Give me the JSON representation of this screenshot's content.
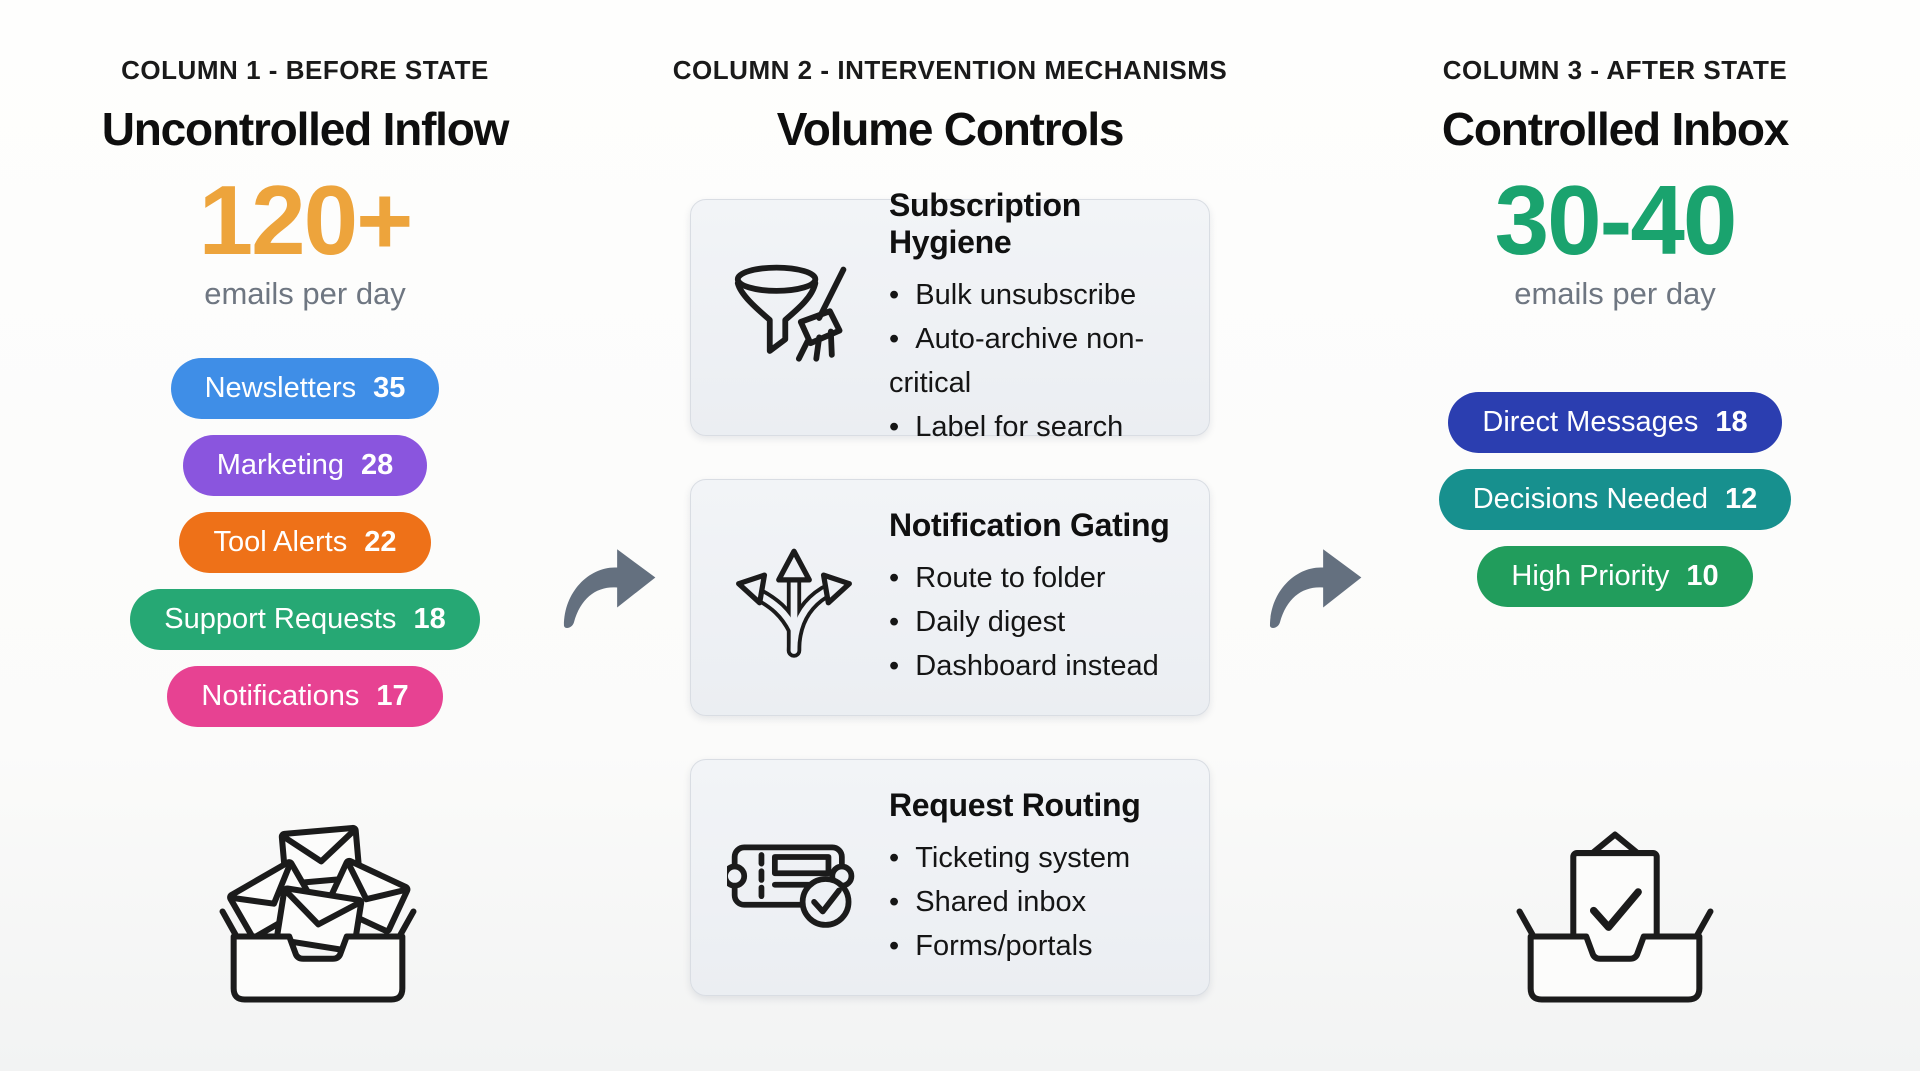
{
  "palette": {
    "arrow": "#64707F",
    "before_metric": "#EDA43C",
    "after_metric": "#1AA36E"
  },
  "columns": {
    "before": {
      "label": "COLUMN 1 - BEFORE STATE",
      "title": "Uncontrolled Inflow",
      "metric": {
        "value": "120+",
        "caption": "emails per day",
        "color": "#EDA43C"
      },
      "pills": [
        {
          "label": "Newsletters",
          "count": "35",
          "color": "#3F8EE7"
        },
        {
          "label": "Marketing",
          "count": "28",
          "color": "#8A55DE"
        },
        {
          "label": "Tool Alerts",
          "count": "22",
          "color": "#EE7118"
        },
        {
          "label": "Support Requests",
          "count": "18",
          "color": "#26A874"
        },
        {
          "label": "Notifications",
          "count": "17",
          "color": "#E74292"
        }
      ],
      "icon": "overflowing-inbox"
    },
    "intervention": {
      "label": "COLUMN 2 - INTERVENTION MECHANISMS",
      "title": "Volume Controls",
      "cards": [
        {
          "icon": "funnel-broom",
          "title": "Subscription Hygiene",
          "bullets": [
            "Bulk unsubscribe",
            "Auto-archive non-critical",
            "Label for search"
          ]
        },
        {
          "icon": "branching-arrows",
          "title": "Notification Gating",
          "bullets": [
            "Route to folder",
            "Daily digest",
            "Dashboard instead"
          ]
        },
        {
          "icon": "ticket-check",
          "title": "Request Routing",
          "bullets": [
            "Ticketing system",
            "Shared inbox",
            "Forms/portals"
          ]
        }
      ]
    },
    "after": {
      "label": "COLUMN 3 - AFTER STATE",
      "title": "Controlled Inbox",
      "metric": {
        "value": "30-40",
        "caption": "emails per day",
        "color": "#1AA36E"
      },
      "pills": [
        {
          "label": "Direct Messages",
          "count": "18",
          "color": "#2B3EB0"
        },
        {
          "label": "Decisions Needed",
          "count": "12",
          "color": "#17908E"
        },
        {
          "label": "High Priority",
          "count": "10",
          "color": "#219D5C"
        }
      ],
      "icon": "checked-inbox"
    }
  }
}
